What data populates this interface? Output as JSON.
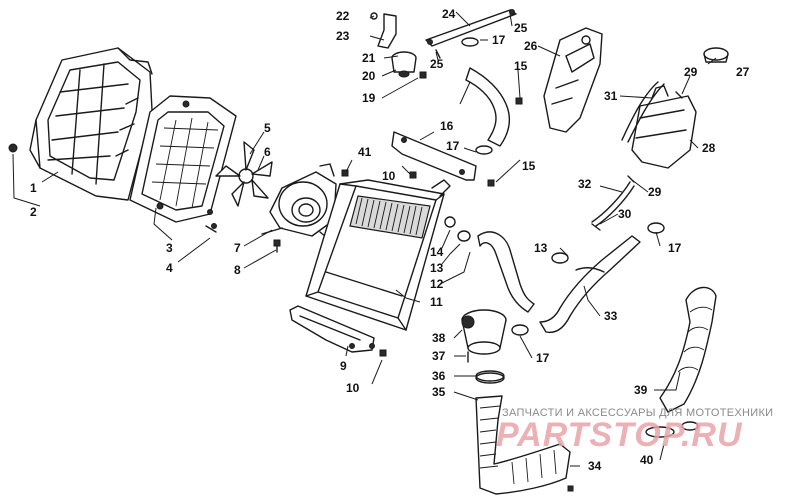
{
  "callouts": [
    {
      "id": "c1",
      "text": "1"
    },
    {
      "id": "c2",
      "text": "2"
    },
    {
      "id": "c3",
      "text": "3"
    },
    {
      "id": "c4",
      "text": "4"
    },
    {
      "id": "c5",
      "text": "5"
    },
    {
      "id": "c6",
      "text": "6"
    },
    {
      "id": "c7",
      "text": "7"
    },
    {
      "id": "c8",
      "text": "8"
    },
    {
      "id": "c9",
      "text": "9"
    },
    {
      "id": "c10a",
      "text": "10"
    },
    {
      "id": "c10b",
      "text": "10"
    },
    {
      "id": "c11",
      "text": "11"
    },
    {
      "id": "c12",
      "text": "12"
    },
    {
      "id": "c13a",
      "text": "13"
    },
    {
      "id": "c13b",
      "text": "13"
    },
    {
      "id": "c14",
      "text": "14"
    },
    {
      "id": "c15a",
      "text": "15"
    },
    {
      "id": "c15b",
      "text": "15"
    },
    {
      "id": "c16",
      "text": "16"
    },
    {
      "id": "c17a",
      "text": "17"
    },
    {
      "id": "c17b",
      "text": "17"
    },
    {
      "id": "c17c",
      "text": "17"
    },
    {
      "id": "c17d",
      "text": "17"
    },
    {
      "id": "c19",
      "text": "19"
    },
    {
      "id": "c20",
      "text": "20"
    },
    {
      "id": "c21",
      "text": "21"
    },
    {
      "id": "c22",
      "text": "22"
    },
    {
      "id": "c23",
      "text": "23"
    },
    {
      "id": "c24",
      "text": "24"
    },
    {
      "id": "c25a",
      "text": "25"
    },
    {
      "id": "c25b",
      "text": "25"
    },
    {
      "id": "c26",
      "text": "26"
    },
    {
      "id": "c27",
      "text": "27"
    },
    {
      "id": "c28",
      "text": "28"
    },
    {
      "id": "c29a",
      "text": "29"
    },
    {
      "id": "c29b",
      "text": "29"
    },
    {
      "id": "c30",
      "text": "30"
    },
    {
      "id": "c31",
      "text": "31"
    },
    {
      "id": "c32",
      "text": "32"
    },
    {
      "id": "c33",
      "text": "33"
    },
    {
      "id": "c34",
      "text": "34"
    },
    {
      "id": "c35",
      "text": "35"
    },
    {
      "id": "c36",
      "text": "36"
    },
    {
      "id": "c37",
      "text": "37"
    },
    {
      "id": "c38",
      "text": "38"
    },
    {
      "id": "c39",
      "text": "39"
    },
    {
      "id": "c40",
      "text": "40"
    },
    {
      "id": "c41",
      "text": "41"
    }
  ],
  "watermark": {
    "tagline": "ЗАПЧАСТИ И АКСЕССУАРЫ ДЛЯ МОТОТЕХНИКИ",
    "brand": "PARTSTOP.RU"
  }
}
